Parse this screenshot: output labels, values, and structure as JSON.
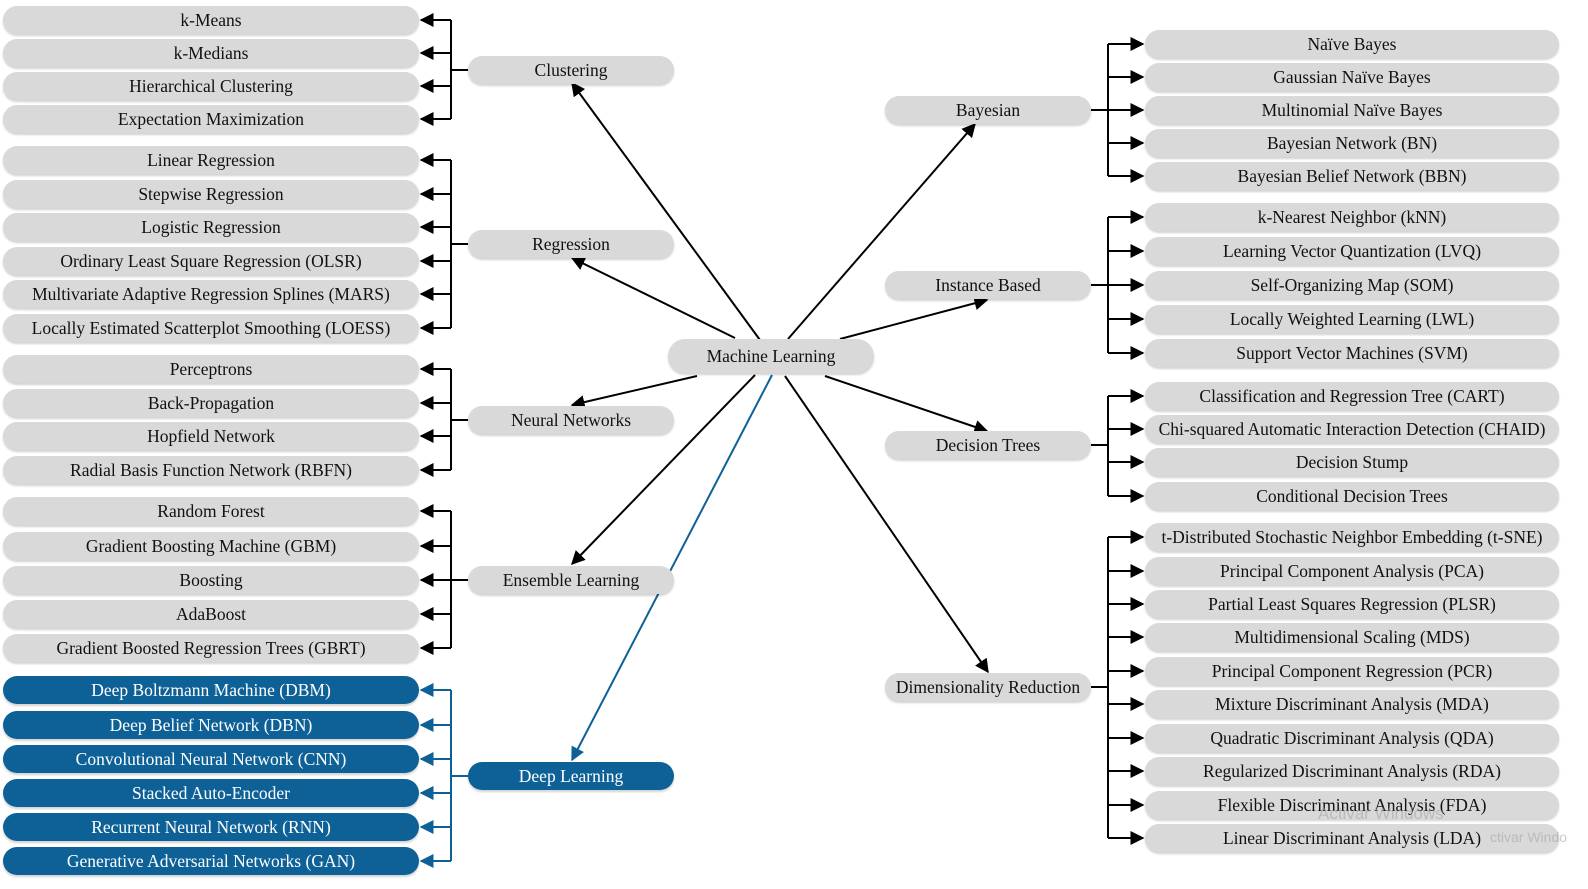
{
  "root": "Machine Learning",
  "categories": {
    "clustering": {
      "label": "Clustering",
      "items": [
        "k-Means",
        "k-Medians",
        "Hierarchical Clustering",
        "Expectation Maximization"
      ]
    },
    "regression": {
      "label": "Regression",
      "items": [
        "Linear Regression",
        "Stepwise Regression",
        "Logistic Regression",
        "Ordinary Least Square Regression (OLSR)",
        "Multivariate Adaptive Regression Splines (MARS)",
        "Locally Estimated Scatterplot Smoothing (LOESS)"
      ]
    },
    "neural": {
      "label": "Neural Networks",
      "items": [
        "Perceptrons",
        "Back-Propagation",
        "Hopfield Network",
        "Radial Basis Function Network (RBFN)"
      ]
    },
    "ensemble": {
      "label": "Ensemble Learning",
      "items": [
        "Random Forest",
        "Gradient Boosting Machine (GBM)",
        "Boosting",
        "AdaBoost",
        "Gradient Boosted Regression Trees (GBRT)"
      ]
    },
    "deep": {
      "label": "Deep Learning",
      "items": [
        "Deep Boltzmann Machine (DBM)",
        "Deep Belief Network (DBN)",
        "Convolutional Neural Network (CNN)",
        "Stacked Auto-Encoder",
        "Recurrent Neural Network (RNN)",
        "Generative Adversarial Networks (GAN)"
      ]
    },
    "bayesian": {
      "label": "Bayesian",
      "items": [
        "Naïve Bayes",
        "Gaussian Naïve Bayes",
        "Multinomial Naïve Bayes",
        "Bayesian Network (BN)",
        "Bayesian Belief Network (BBN)"
      ]
    },
    "instance": {
      "label": "Instance Based",
      "items": [
        "k-Nearest Neighbor (kNN)",
        "Learning Vector Quantization (LVQ)",
        "Self-Organizing Map (SOM)",
        "Locally Weighted Learning (LWL)",
        "Support Vector Machines (SVM)"
      ]
    },
    "trees": {
      "label": "Decision Trees",
      "items": [
        "Classification and Regression Tree (CART)",
        "Chi-squared Automatic Interaction Detection (CHAID)",
        "Decision Stump",
        "Conditional Decision Trees"
      ]
    },
    "dimred": {
      "label": "Dimensionality Reduction",
      "items": [
        "t-Distributed Stochastic Neighbor Embedding (t-SNE)",
        "Principal Component Analysis (PCA)",
        "Partial Least Squares Regression (PLSR)",
        "Multidimensional Scaling (MDS)",
        "Principal Component Regression (PCR)",
        "Mixture Discriminant Analysis (MDA)",
        "Quadratic Discriminant Analysis (QDA)",
        "Regularized Discriminant Analysis (RDA)",
        "Flexible Discriminant Analysis (FDA)",
        "Linear Discriminant Analysis (LDA)"
      ]
    }
  },
  "colors": {
    "pill": "#d9d9d9",
    "highlight": "#0e6197",
    "line": "#000000"
  },
  "watermark": {
    "line1": "Activar Windows",
    "line2": "ctivar Windo"
  }
}
